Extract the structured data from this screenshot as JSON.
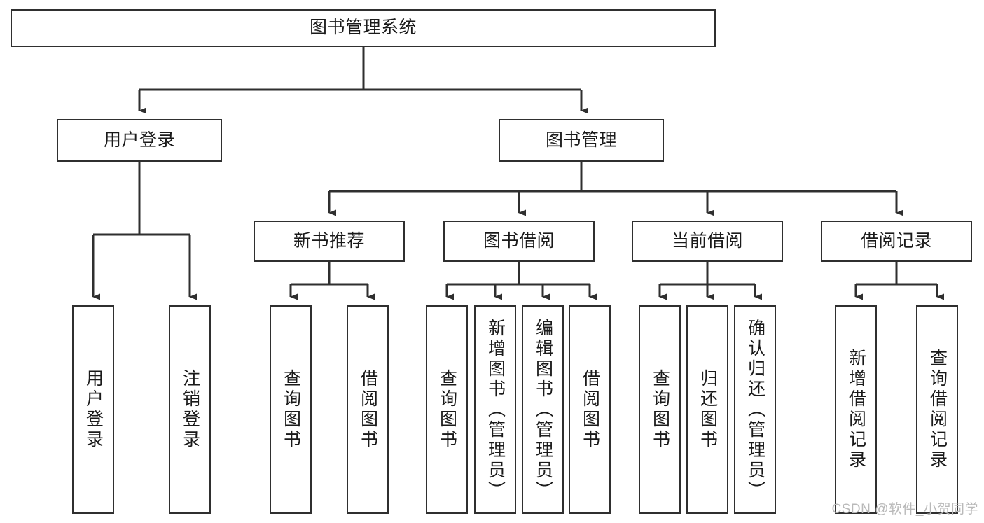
{
  "diagram": {
    "type": "tree-hierarchy",
    "title": "图书管理系统",
    "orientation": "top-down",
    "colors": {
      "box_border": "#2f2f2f",
      "box_fill": "#ffffff",
      "connector": "#2f2f2f",
      "text": "#1a1a1a",
      "watermark": "#b9b9b9"
    },
    "nodes": {
      "root": {
        "label": "图书管理系统"
      },
      "level2": [
        {
          "label": "用户登录"
        },
        {
          "label": "图书管理"
        }
      ],
      "level3": [
        {
          "label": "新书推荐"
        },
        {
          "label": "图书借阅"
        },
        {
          "label": "当前借阅"
        },
        {
          "label": "借阅记录"
        }
      ],
      "leaves": {
        "user_login": [
          {
            "label": "用户登录"
          },
          {
            "label": "注销登录"
          }
        ],
        "new_book_recommend": [
          {
            "label": "查询图书"
          },
          {
            "label": "借阅图书"
          }
        ],
        "book_borrow": [
          {
            "label": "查询图书"
          },
          {
            "label": "新增图书（管理员）"
          },
          {
            "label": "编辑图书（管理员）"
          },
          {
            "label": "借阅图书"
          }
        ],
        "current_borrow": [
          {
            "label": "查询图书"
          },
          {
            "label": "归还图书"
          },
          {
            "label": "确认归还（管理员）"
          }
        ],
        "borrow_record": [
          {
            "label": "新增借阅记录"
          },
          {
            "label": "查询借阅记录"
          }
        ]
      }
    },
    "watermark": "CSDN @软件_小贺同学"
  }
}
